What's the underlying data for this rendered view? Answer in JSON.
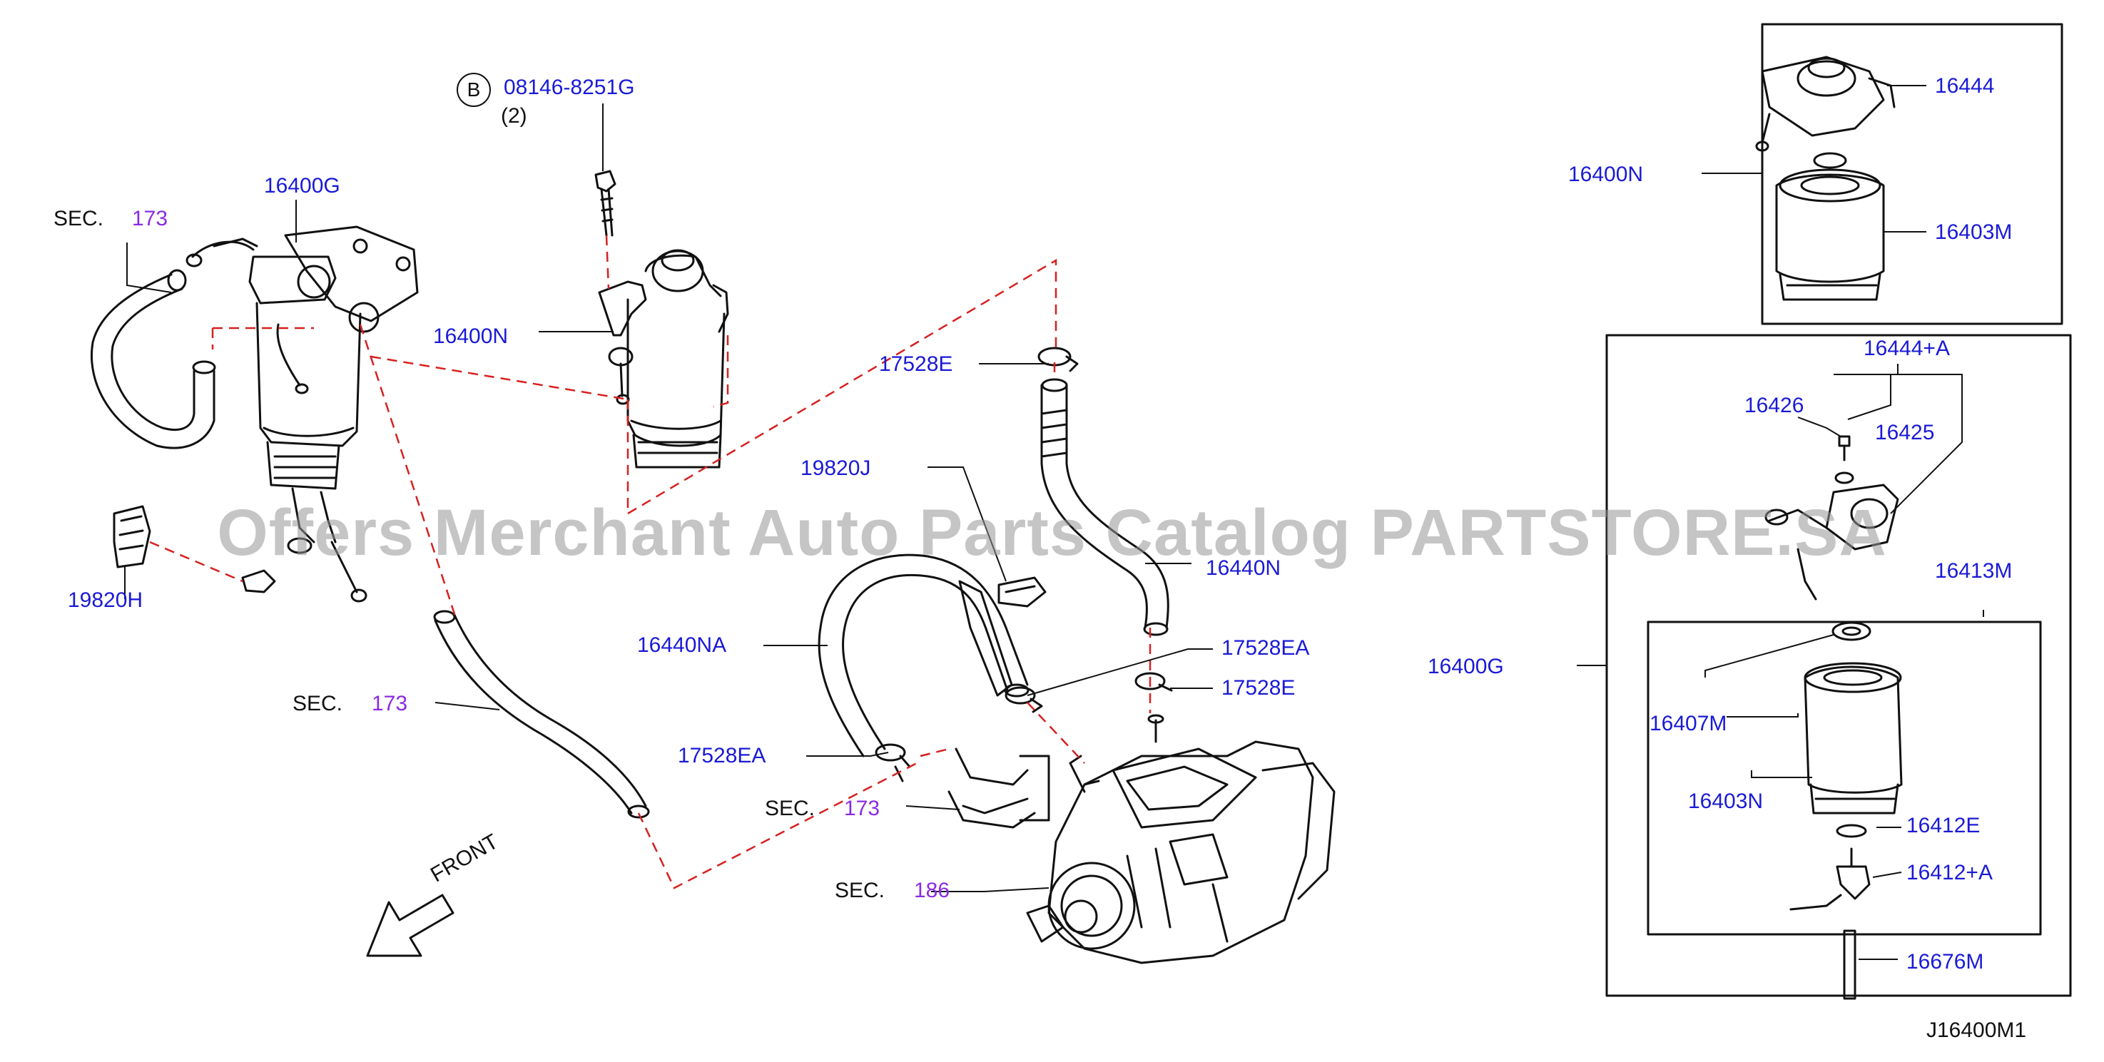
{
  "diagram": {
    "code": "J16400M1",
    "watermark": "Offers Merchant Auto Parts Catalog PARTSTORE.SA",
    "bolt_circle_letter": "B",
    "labels": {
      "p08146": "08146-8251G",
      "qty2": "(2)",
      "p16400G_top": "16400G",
      "sec_a": "SEC.",
      "sec_a_num": "173",
      "p16400N_main": "16400N",
      "p17528E_top": "17528E",
      "p19820J": "19820J",
      "p16440N": "16440N",
      "p19820H": "19820H",
      "sec_b": "SEC.",
      "sec_b_num": "173",
      "p16440NA": "16440NA",
      "p17528EA_r": "17528EA",
      "p17528E_r": "17528E",
      "p17528EA_l": "17528EA",
      "sec_c": "SEC.",
      "sec_c_num": "173",
      "sec_d": "SEC.",
      "sec_d_num": "186",
      "front": "FRONT",
      "box1_16444": "16444",
      "box1_16400N": "16400N",
      "box1_16403M": "16403M",
      "box2_16444A": "16444+A",
      "box2_16426": "16426",
      "box2_16425": "16425",
      "box2_16413M": "16413M",
      "box2_16400G": "16400G",
      "box2_16407M": "16407M",
      "box2_16403N": "16403N",
      "box2_16412E": "16412E",
      "box2_16412A": "16412+A",
      "box2_16676M": "16676M"
    }
  }
}
